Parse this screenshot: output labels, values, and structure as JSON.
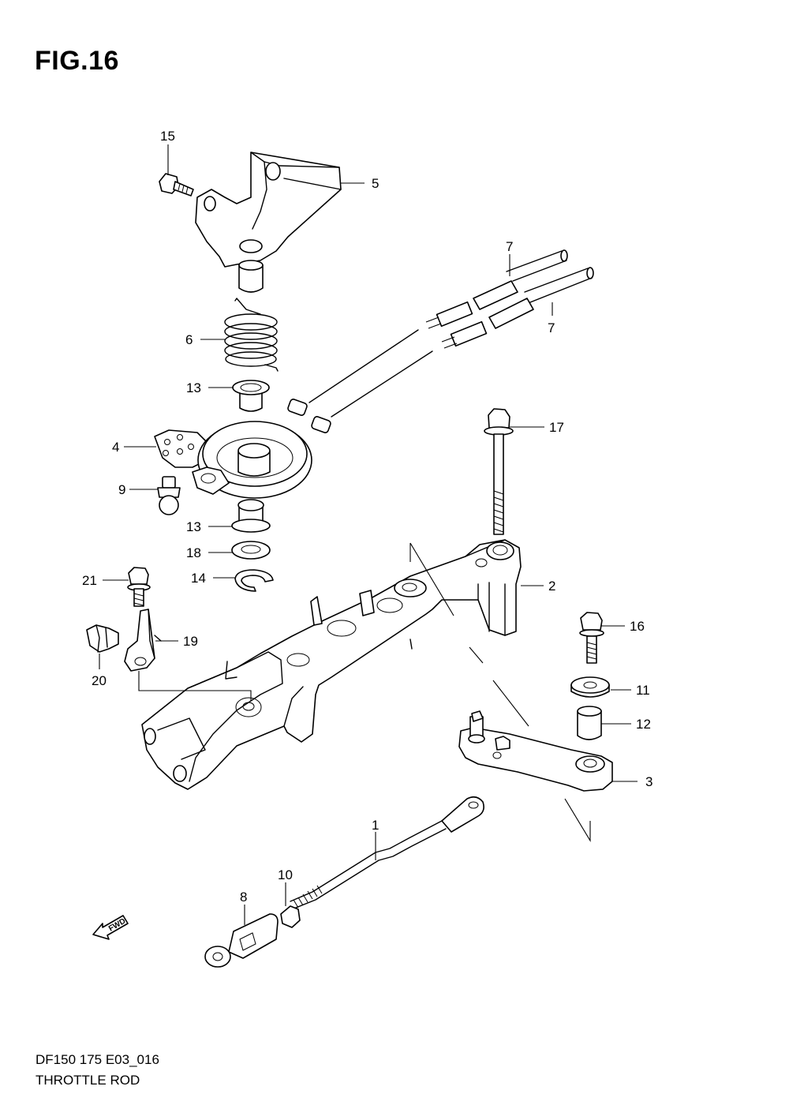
{
  "figure": {
    "title": "FIG.16",
    "code": "DF150 175 E03_016",
    "name": "THROTTLE ROD"
  },
  "direction_marker": {
    "label": "FWD",
    "icon": "fwd-arrow-icon"
  },
  "callouts": {
    "p1": "1",
    "p2": "2",
    "p3": "3",
    "p4": "4",
    "p5": "5",
    "p6": "6",
    "p7a": "7",
    "p7b": "7",
    "p8": "8",
    "p9": "9",
    "p10": "10",
    "p11": "11",
    "p12": "12",
    "p13a": "13",
    "p13b": "13",
    "p14": "14",
    "p15": "15",
    "p16": "16",
    "p17": "17",
    "p18": "18",
    "p19": "19",
    "p20": "20",
    "p21": "21"
  }
}
